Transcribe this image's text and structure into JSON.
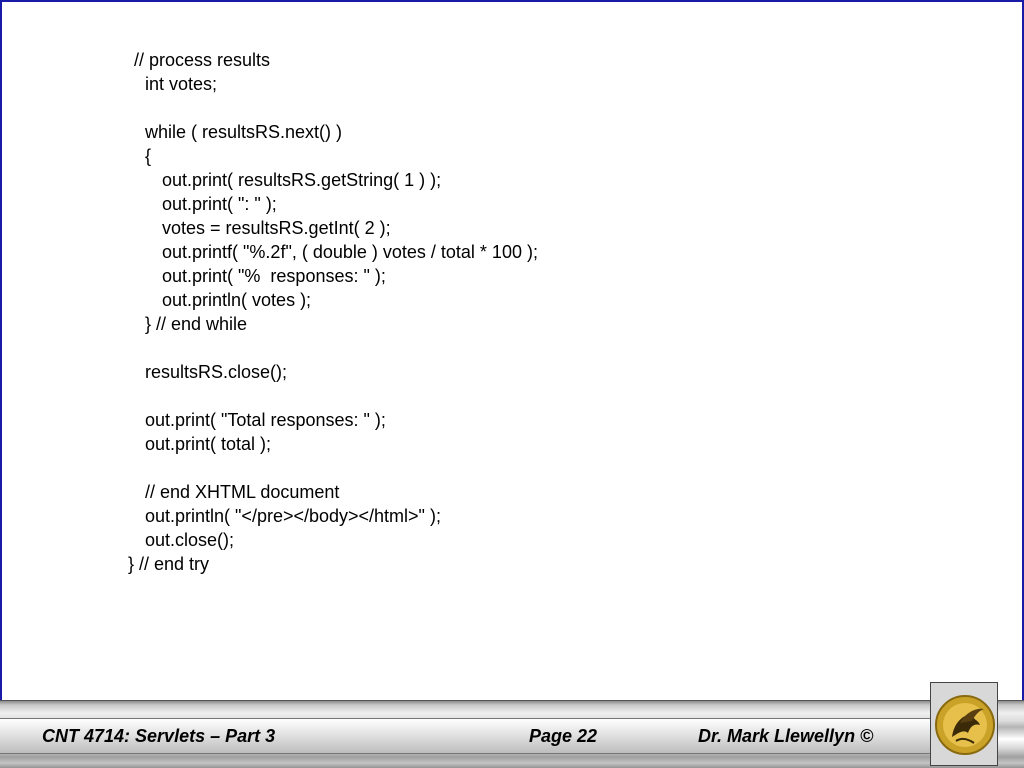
{
  "code_lines": [
    "// process results",
    "int votes;",
    "",
    "while ( resultsRS.next() )",
    "{",
    "out.print( resultsRS.getString( 1 ) );",
    "out.print( \": \" );",
    "votes = resultsRS.getInt( 2 );",
    "out.printf( \"%.2f\", ( double ) votes / total * 100 );",
    "out.print( \"%  responses: \" );",
    "out.println( votes );",
    "} // end while",
    "",
    "resultsRS.close();",
    "",
    "out.print( \"Total responses: \" );",
    "out.print( total );",
    "",
    "// end XHTML document",
    "out.println( \"</pre></body></html>\" );",
    "out.close();",
    "} // end try"
  ],
  "footer": {
    "course": "CNT 4714: Servlets – Part 3",
    "page": "Page 22",
    "author": "Dr. Mark Llewellyn ©"
  },
  "logo": {
    "icon": "pegasus-logo-icon",
    "colors": {
      "gold": "#c9a227",
      "dark": "#3a2a08",
      "frame": "#1a1aa8"
    }
  }
}
